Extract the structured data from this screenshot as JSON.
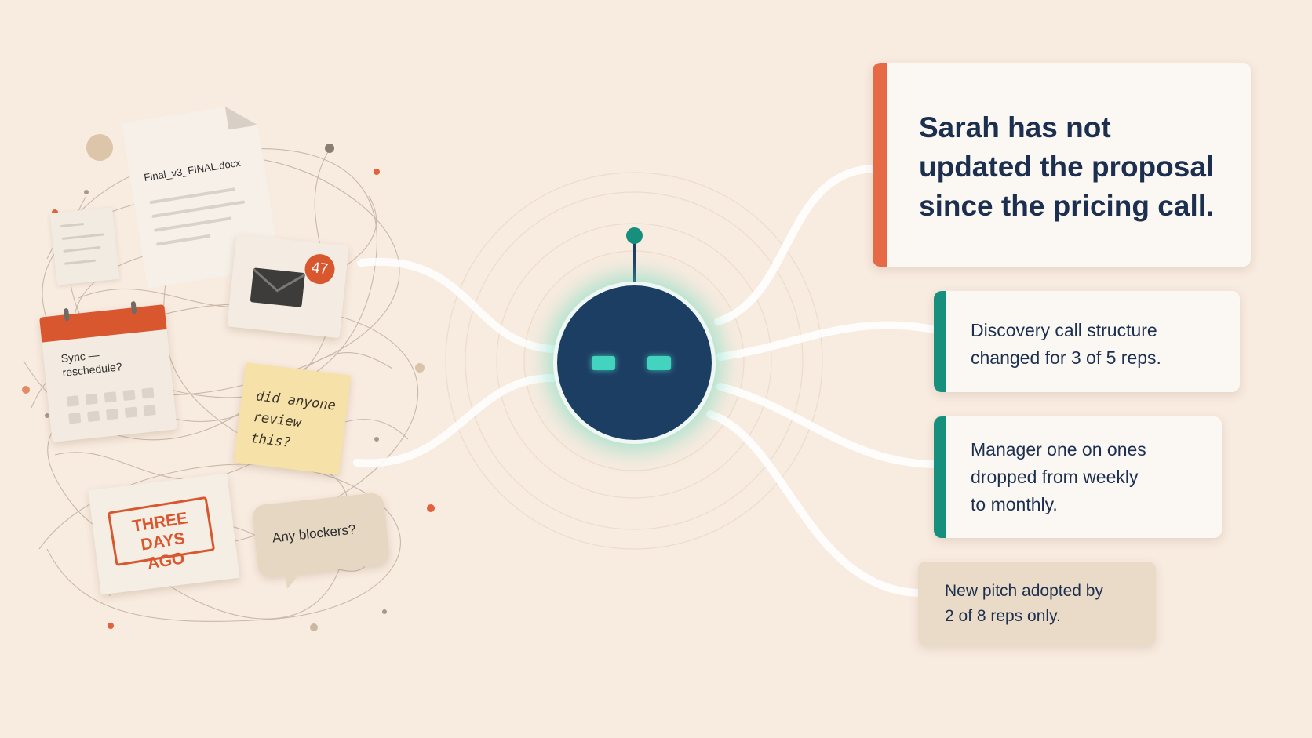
{
  "clutter": {
    "document_name": "Final_v3_FINAL.docx",
    "email_badge_count": "47",
    "calendar_text": "Sync —\nreschedule?",
    "sticky_note_text": "did anyone\nreview this?",
    "stamp_text": "THREE DAYS\nAGO",
    "chat_bubble_text": "Any blockers?"
  },
  "insights": [
    {
      "text": "Sarah has not\nupdated the proposal\nsince the pricing call.",
      "accent": "#e56a45"
    },
    {
      "text": "Discovery call structure\nchanged for 3 of 5 reps.",
      "accent": "#168f7d"
    },
    {
      "text": "Manager one on ones\ndropped from weekly\nto monthly.",
      "accent": "#168f7d"
    },
    {
      "text": "New pitch adopted by\n2 of 8 reps only.",
      "accent": ""
    }
  ],
  "colors": {
    "background": "#f8ebdf",
    "robot_body": "#1d3e63",
    "robot_eyes": "#42d4bf",
    "alert_orange": "#d9572e"
  }
}
